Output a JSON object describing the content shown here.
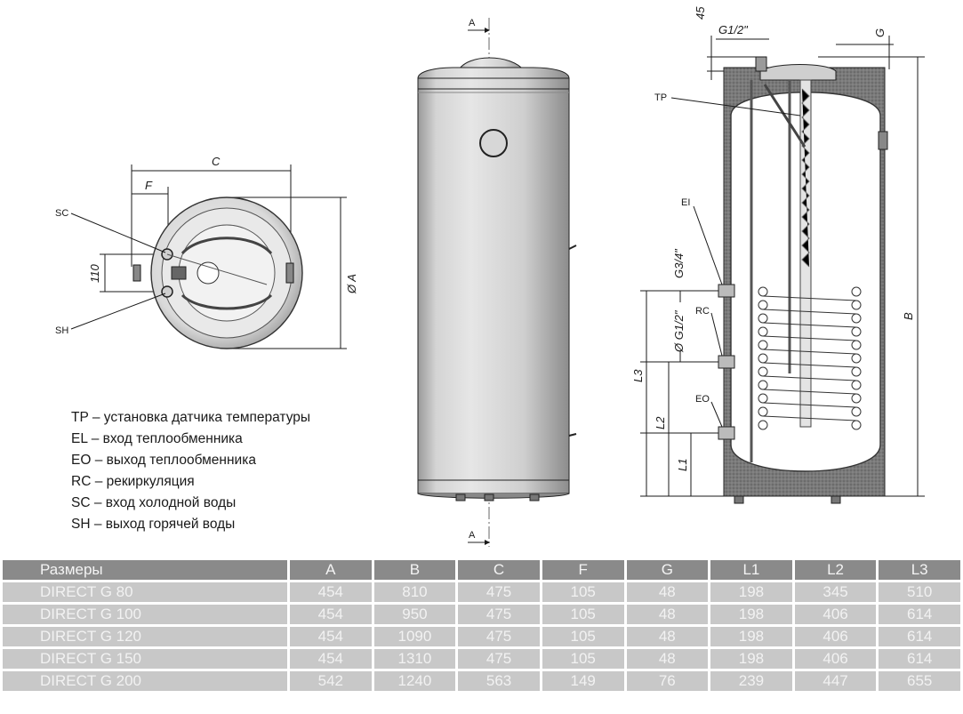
{
  "top_view": {
    "dim_c": "C",
    "dim_f": "F",
    "dim_110": "110",
    "dim_a": "Ø A",
    "label_sc": "SC",
    "label_sh": "SH"
  },
  "front_view": {
    "section_top": "A",
    "section_bottom": "A"
  },
  "section_view": {
    "dim_45": "45",
    "dim_g12_top": "G1/2\"",
    "dim_g": "G",
    "dim_b": "B",
    "dim_g34": "G3/4\"",
    "dim_g12": "Ø G1/2\"",
    "dim_l1": "L1",
    "dim_l2": "L2",
    "dim_l3": "L3",
    "label_tp": "TP",
    "label_ei": "EI",
    "label_rc": "RC",
    "label_eo": "EO"
  },
  "legend": [
    {
      "code": "TP",
      "text": " – установка датчика температуры"
    },
    {
      "code": "EL",
      "text": " – вход теплообменника"
    },
    {
      "code": "EO",
      "text": " – выход теплообменника"
    },
    {
      "code": "RC",
      "text": " – рекиркуляция"
    },
    {
      "code": "SC",
      "text": " – вход холодной воды"
    },
    {
      "code": "SH",
      "text": " – выход горячей воды"
    }
  ],
  "table": {
    "headers": [
      "Размеры",
      "A",
      "B",
      "C",
      "F",
      "G",
      "L1",
      "L2",
      "L3"
    ],
    "rows": [
      [
        "DIRECT G 80",
        "454",
        "810",
        "475",
        "105",
        "48",
        "198",
        "345",
        "510"
      ],
      [
        "DIRECT G 100",
        "454",
        "950",
        "475",
        "105",
        "48",
        "198",
        "406",
        "614"
      ],
      [
        "DIRECT G 120",
        "454",
        "1090",
        "475",
        "105",
        "48",
        "198",
        "406",
        "614"
      ],
      [
        "DIRECT G 150",
        "454",
        "1310",
        "475",
        "105",
        "48",
        "198",
        "406",
        "614"
      ],
      [
        "DIRECT G 200",
        "542",
        "1240",
        "563",
        "149",
        "76",
        "239",
        "447",
        "655"
      ]
    ]
  }
}
